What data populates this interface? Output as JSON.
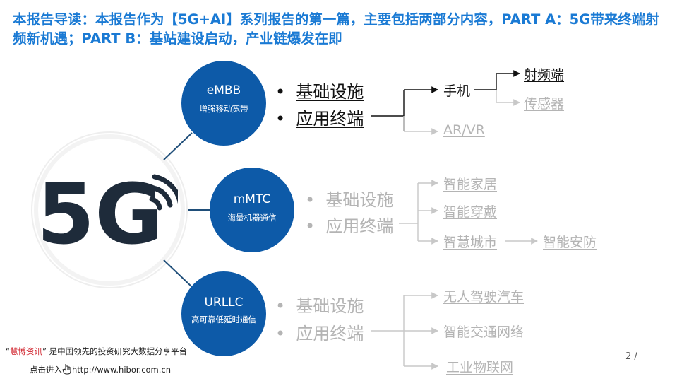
{
  "title": "本报告导读：本报告作为【5G+AI】系列报告的第一篇，主要包括两部分内容，PART A：5G带来终端射频新机遇；PART B：基站建设启动，产业链爆发在即",
  "logo": {
    "text": "5G"
  },
  "colors": {
    "accent": "#1a7ad4",
    "circle": "#0d5aa8",
    "dark_text": "#111111",
    "grey_text": "#b4b4b4",
    "brand_red": "#d0202a"
  },
  "nodes": [
    {
      "name": "eMBB",
      "sub": "增强移动宽带",
      "bullets": [
        "基础设施",
        "应用终端"
      ]
    },
    {
      "name": "mMTC",
      "sub": "海量机器通信",
      "bullets": [
        "基础设施",
        "应用终端"
      ]
    },
    {
      "name": "URLLC",
      "sub": "高可靠低延时通信",
      "bullets": [
        "基础设施",
        "应用终端"
      ]
    }
  ],
  "embb_branches": {
    "phone": "手机",
    "phone_children": [
      "射频端",
      "传感器"
    ],
    "arvr": "AR/VR"
  },
  "mmtc_branches": [
    "智能家居",
    "智能穿戴",
    "智慧城市",
    "智能安防"
  ],
  "urllc_branches": [
    "无人驾驶汽车",
    "智能交通网络",
    "工业物联网"
  ],
  "footer": {
    "quote_open": "“",
    "brand": "慧博资讯",
    "quote_close": "”",
    "tagline": "是中国领先的投资研究大数据分享平台",
    "link_prefix": "点击进入",
    "url": "http://www.hibor.com.cn"
  },
  "page_number": "2 /"
}
